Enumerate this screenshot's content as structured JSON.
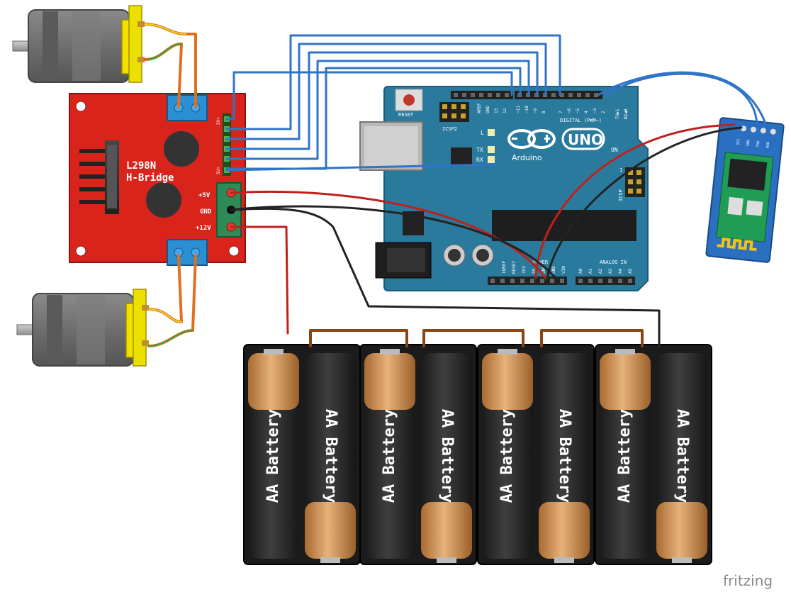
{
  "hbridge": {
    "title": "L298N",
    "subtitle": "H-Bridge",
    "pin_5v": "+5V",
    "pin_gnd": "GND",
    "pin_12v": "+12V",
    "hdr_top": "5V+",
    "hdr_bottom": "5V+"
  },
  "arduino": {
    "brand": "Arduino",
    "model": "UNO",
    "reset": "RESET",
    "aref": "AREF",
    "gnd": "GND",
    "p13": "13",
    "p12": "12",
    "p11": "~11",
    "p10": "~10",
    "p9": "~9",
    "p8": "8",
    "p7": "7",
    "p6": "~6",
    "p5": "~5",
    "p4": "4",
    "p3": "~3",
    "p2": "2",
    "tx1": "TX▶1",
    "rx0": "RX◀0",
    "digital": "DIGITAL (PWM~)",
    "icsp2": "ICSP2",
    "icsp": "ICSP",
    "led_l": "L",
    "led_tx": "TX",
    "led_rx": "RX",
    "on": "ON",
    "power": "POWER",
    "analog": "ANALOG IN",
    "ioref": "IOREF",
    "preset": "RESET",
    "p3v3": "3V3",
    "p5v": "5V",
    "pgnd": "GND",
    "pvin": "VIN",
    "a0": "A0",
    "a1": "A1",
    "a2": "A2",
    "a3": "A3",
    "a4": "A4",
    "a5": "A5",
    "one": "1"
  },
  "bluetooth": {
    "vcc": "VCC",
    "gnd": "GND",
    "txd": "TXD",
    "rxd": "RXD"
  },
  "batteries": {
    "label": "AA Battery",
    "count": 8
  },
  "footer": {
    "brand": "fritzing"
  },
  "colors": {
    "board_red": "#d9241c",
    "arduino_blue": "#2a7a9e",
    "wire_blue": "#2f74c7",
    "wire_red": "#c0201a",
    "wire_black": "#222222",
    "wire_orange": "#e07020",
    "wire_yellow": "#e8d020",
    "wire_green": "#3aa03a",
    "battery_copper": "#c98a4a",
    "bt_blue": "#2b6fc1"
  }
}
